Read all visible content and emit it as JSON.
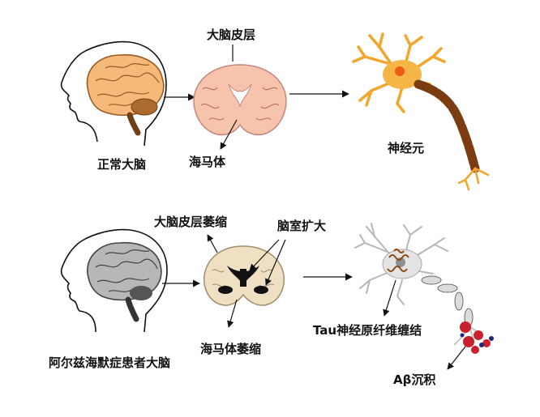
{
  "normal": {
    "brain_label": "正常大脑",
    "cortex_label": "大脑皮层",
    "hippocampus_label": "海马体",
    "neuron_label": "神经元"
  },
  "ad": {
    "brain_label": "阿尔兹海默症患者大脑",
    "cortex_atrophy_label": "大脑皮层萎缩",
    "ventricle_label": "脑室扩大",
    "hippocampus_atrophy_label": "海马体萎缩",
    "tangle_label": "Tau神经原纤维缠结",
    "amyloid_label": "Aβ沉积"
  },
  "colors": {
    "healthy_brain": "#f5b97a",
    "healthy_slice": "#f6c4ad",
    "neuron": "#f3a52c",
    "ad_brain": "#b7b7b7",
    "ad_slice": "#efe0c3",
    "amyloid": "#cc1f2e"
  }
}
